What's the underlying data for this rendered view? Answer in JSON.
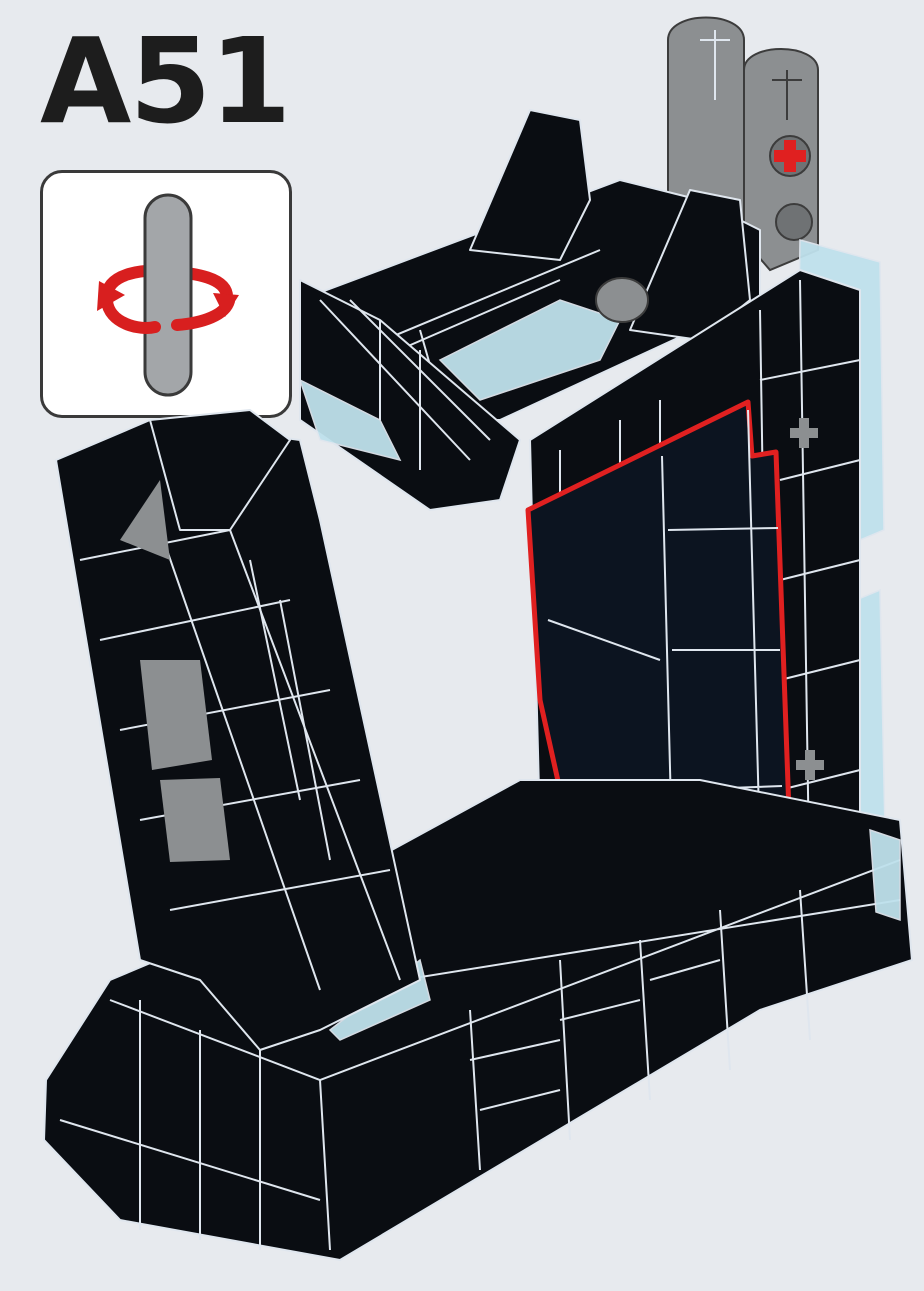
{
  "step": {
    "number": "A51"
  },
  "callout": {
    "icon": "rotate-model-icon",
    "action": "rotate"
  },
  "model": {
    "icon": "lego-model-illustration",
    "highlight_color": "#e02020"
  },
  "colors": {
    "background": "#e7eaee",
    "brick": "#0a0d12",
    "brick_edge": "#dfe6ee",
    "trans_clear": "#bfe1ec",
    "grey": "#8c8f91",
    "highlight": "#e02020"
  }
}
